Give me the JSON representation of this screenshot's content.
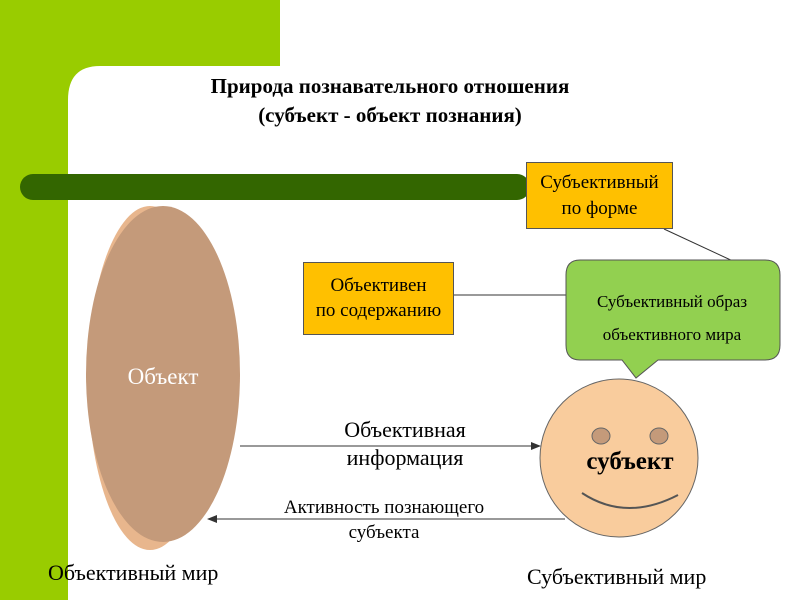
{
  "title": {
    "line1": "Природа познавательного отношения",
    "line2": "(субъект - объект познания)"
  },
  "boxes": {
    "subjective_form": {
      "line1": "Субъективный",
      "line2": "по форме"
    },
    "objective_content": {
      "line1": "Объективен",
      "line2": "по содержанию"
    }
  },
  "callout": {
    "line1": "Субъективный образ",
    "line2": "объективного мира"
  },
  "object_label": "Объект",
  "subject_label": "субъект",
  "arrows": {
    "to_subject": {
      "line1": "Объективная",
      "line2": "информация"
    },
    "to_object": {
      "line1": "Активность познающего",
      "line2": "субъекта"
    }
  },
  "worlds": {
    "objective": "Объективный мир",
    "subjective": "Субъективный мир"
  },
  "colors": {
    "green_accent": "#99cc00",
    "dark_green_bar": "#336600",
    "object_fill": "#c49a7a",
    "object_edge": "#e8b68d",
    "face_fill": "#f9cc9d",
    "box_fill": "#ffc000",
    "callout_fill": "#92d050"
  }
}
